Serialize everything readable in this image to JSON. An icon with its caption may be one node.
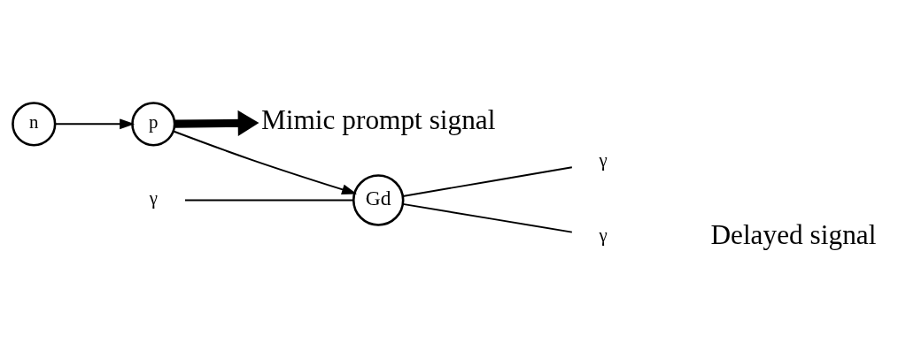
{
  "diagram": {
    "nodes": [
      {
        "text": [
          "n"
        ]
      },
      {
        "text": [
          "p"
        ]
      },
      {
        "text": [
          "Mimic prompt signal"
        ]
      },
      {
        "text": [
          "Gd"
        ]
      },
      {
        "text": [
          "γ"
        ]
      },
      {
        "text": [
          "γ"
        ]
      },
      {
        "text": [
          "γ"
        ]
      }
    ],
    "edges": [
      {
        "from": 0,
        "to": 1,
        "arrow": "to"
      },
      {
        "from": 1,
        "to": 2,
        "arrow": "to",
        "style": "thick"
      },
      {
        "from": 1,
        "to": 3,
        "arrow": "to"
      },
      {
        "from": 3,
        "to": 4,
        "arrow": "none"
      },
      {
        "from": 5,
        "to": 3,
        "arrow": "none"
      },
      {
        "from": 3,
        "to": 6,
        "arrow": "none"
      }
    ],
    "labels": [
      "Delayed signal"
    ]
  }
}
